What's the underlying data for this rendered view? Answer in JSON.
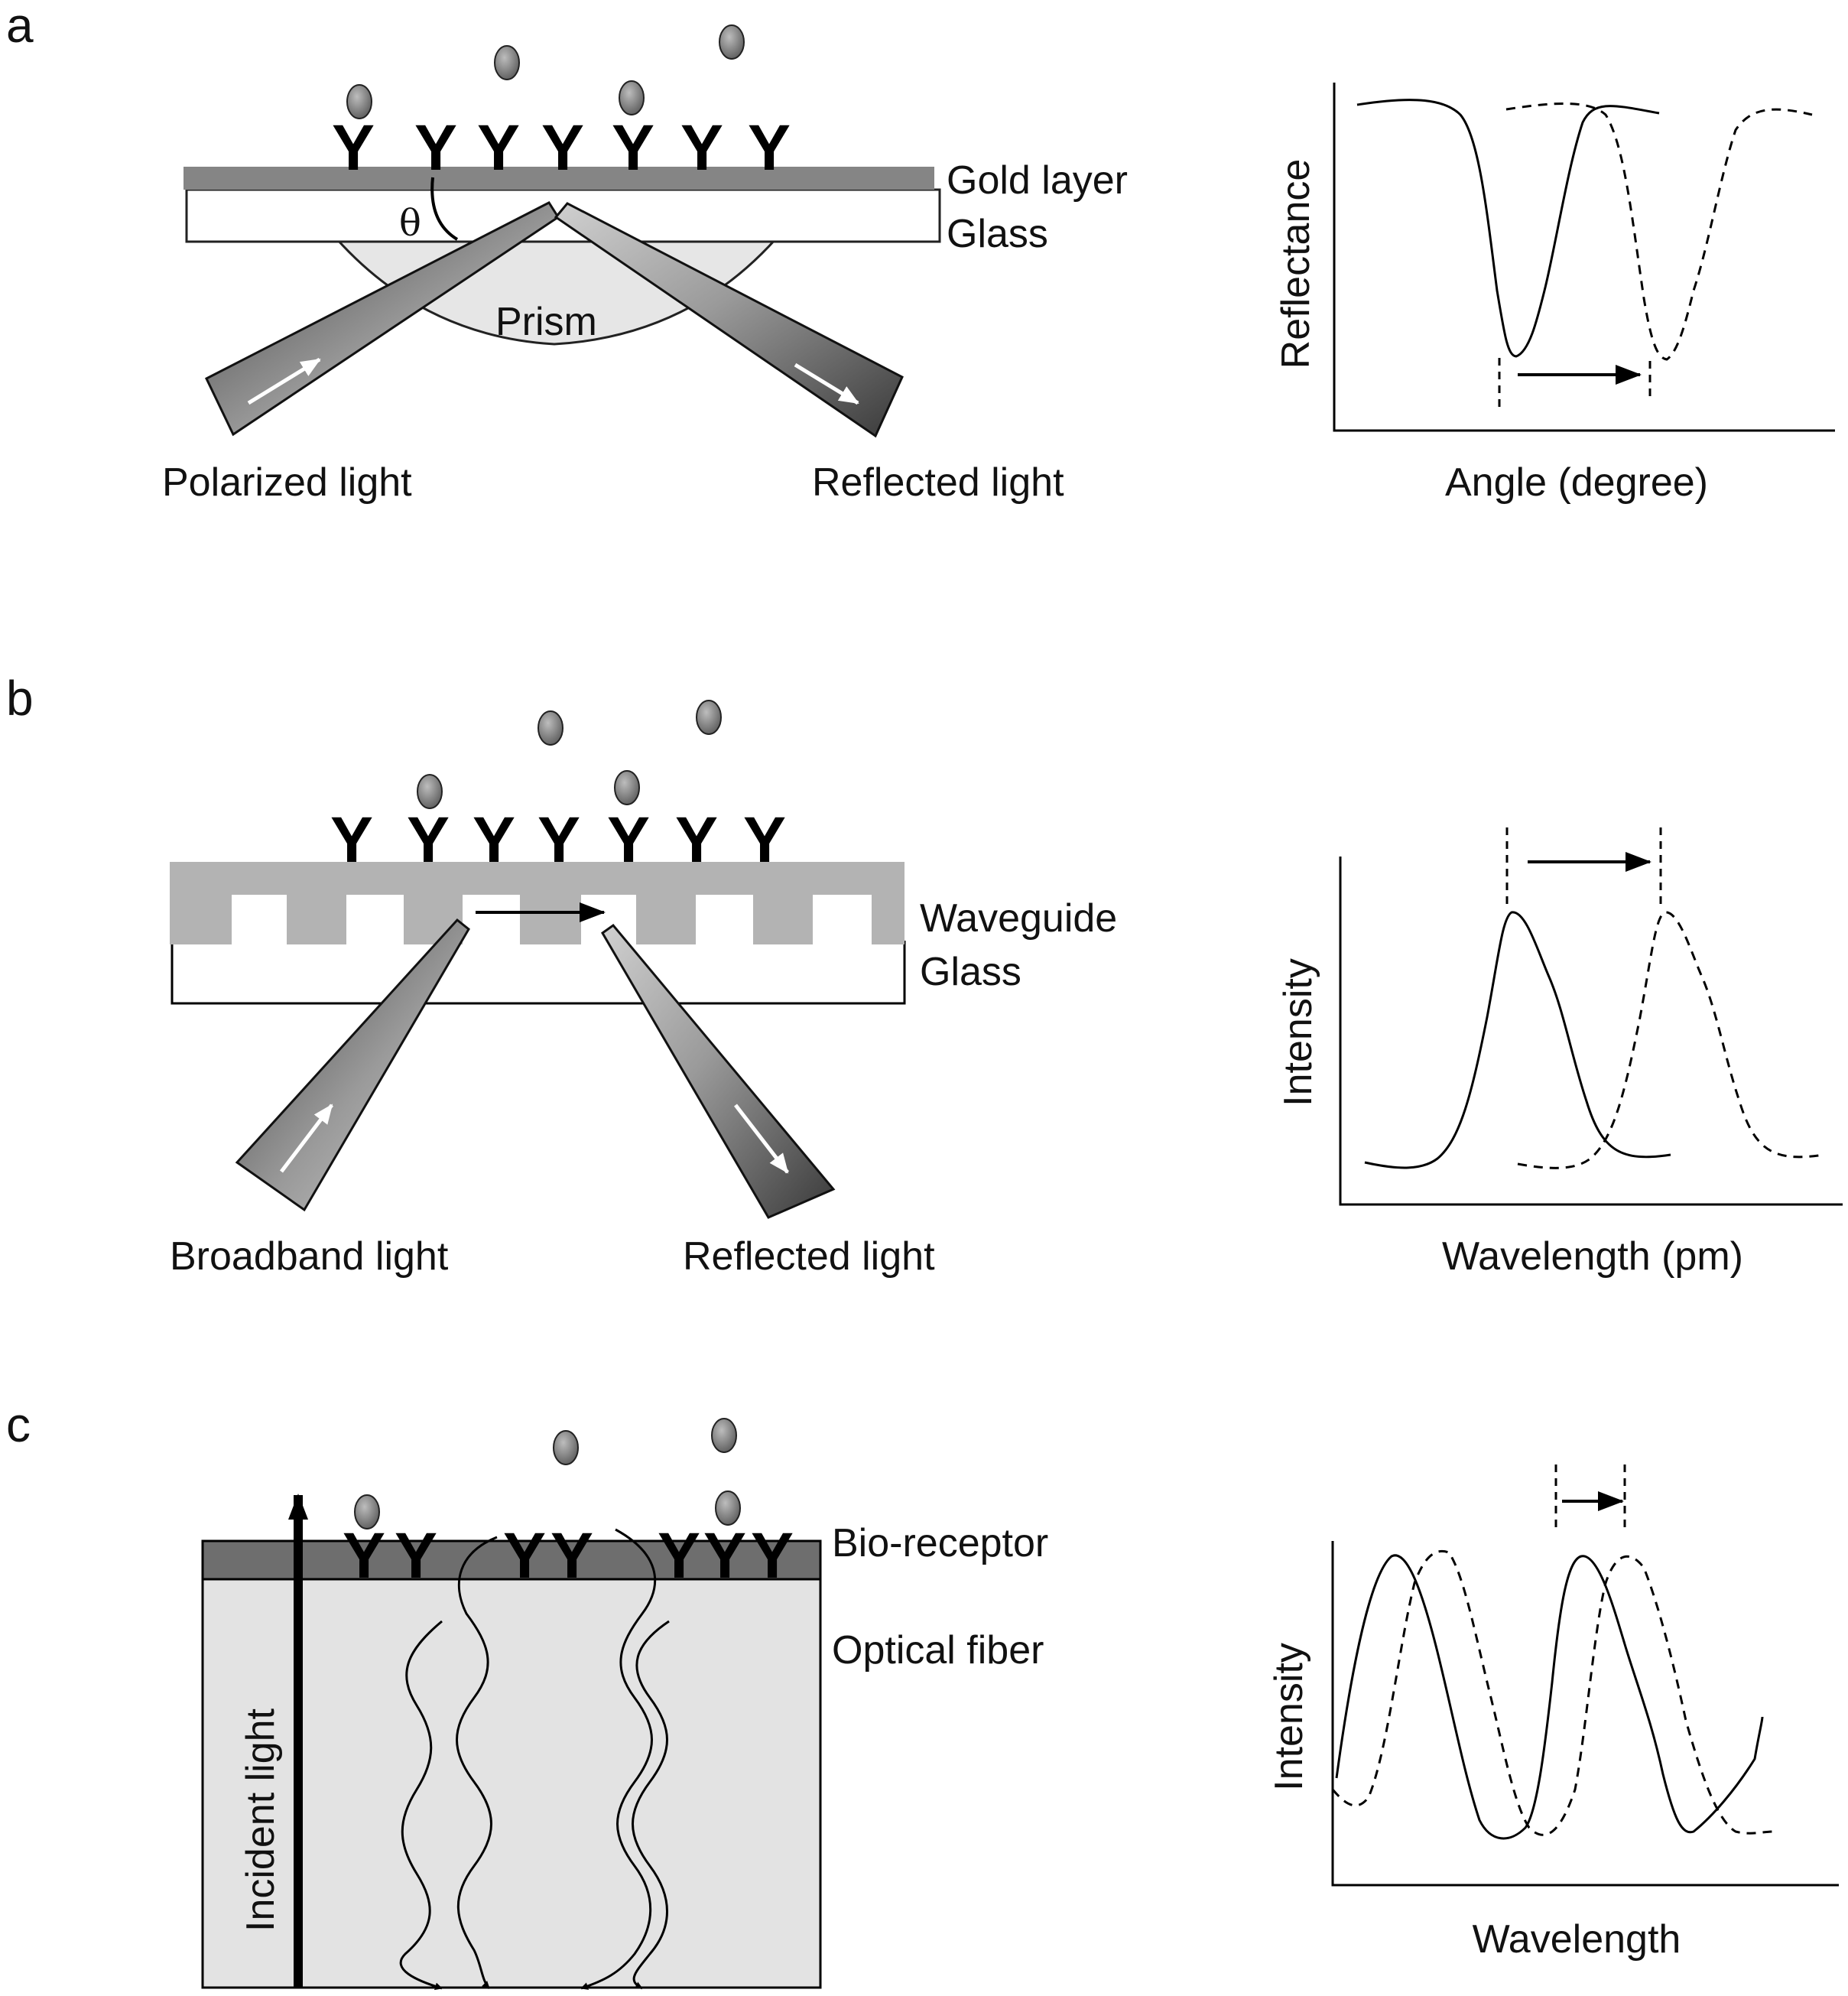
{
  "panels": {
    "a": {
      "letter": "a",
      "labels": {
        "gold_layer": "Gold layer",
        "glass": "Glass",
        "prism": "Prism",
        "theta": "θ",
        "polarized_light": "Polarized light",
        "reflected_light": "Reflected light"
      },
      "receptor_glyph": "Y",
      "plot": {
        "xlabel": "Angle (degree)",
        "ylabel": "Reflectance"
      }
    },
    "b": {
      "letter": "b",
      "labels": {
        "waveguide": "Waveguide",
        "glass": "Glass",
        "broadband_light": "Broadband light",
        "reflected_light": "Reflected light"
      },
      "receptor_glyph": "Y",
      "plot": {
        "xlabel": "Wavelength (pm)",
        "ylabel": "Intensity"
      }
    },
    "c": {
      "letter": "c",
      "labels": {
        "bio_receptor": "Bio-receptor",
        "optical_fiber": "Optical fiber",
        "incident_light": "Incident light"
      },
      "receptor_glyph": "Y",
      "plot": {
        "xlabel": "Wavelength",
        "ylabel": "Intensity"
      }
    }
  },
  "colors": {
    "gold_layer": "#858585",
    "waveguide": "#b3b3b3",
    "fiber_core": "#e3e3e3",
    "fiber_cladding": "#6e6e6e",
    "prism": "#e6e6e6",
    "analyte": "#808080",
    "beam_dark": "#404040",
    "beam_light": "#c8c8c8"
  }
}
